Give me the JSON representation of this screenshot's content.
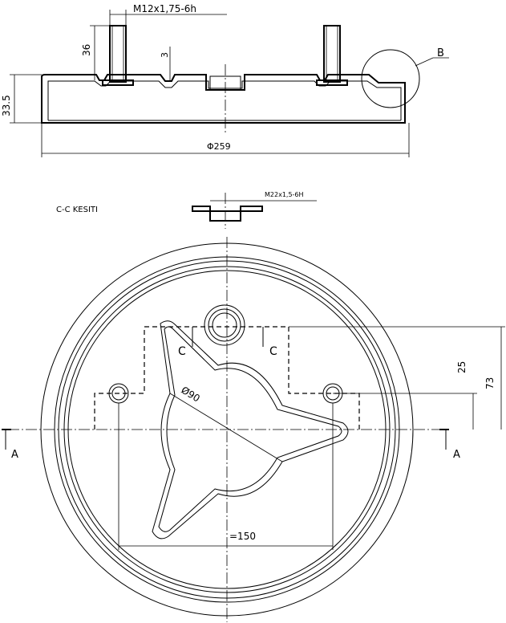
{
  "labels": {
    "thread_stud": "M12x1,75-6h",
    "stud_height": "36",
    "depth": "3",
    "detail_label": "B",
    "height": "33.5",
    "outer_diameter": "Φ259",
    "section_title": "C-C KESITI",
    "thread_nut": "M22x1,5-6H",
    "section_mark_left": "C",
    "section_mark_right": "C",
    "inner_diameter": "Ø90",
    "dim_25": "25",
    "dim_73": "73",
    "section_a_left": "A",
    "section_a_right": "A",
    "hole_spacing": "=150"
  }
}
